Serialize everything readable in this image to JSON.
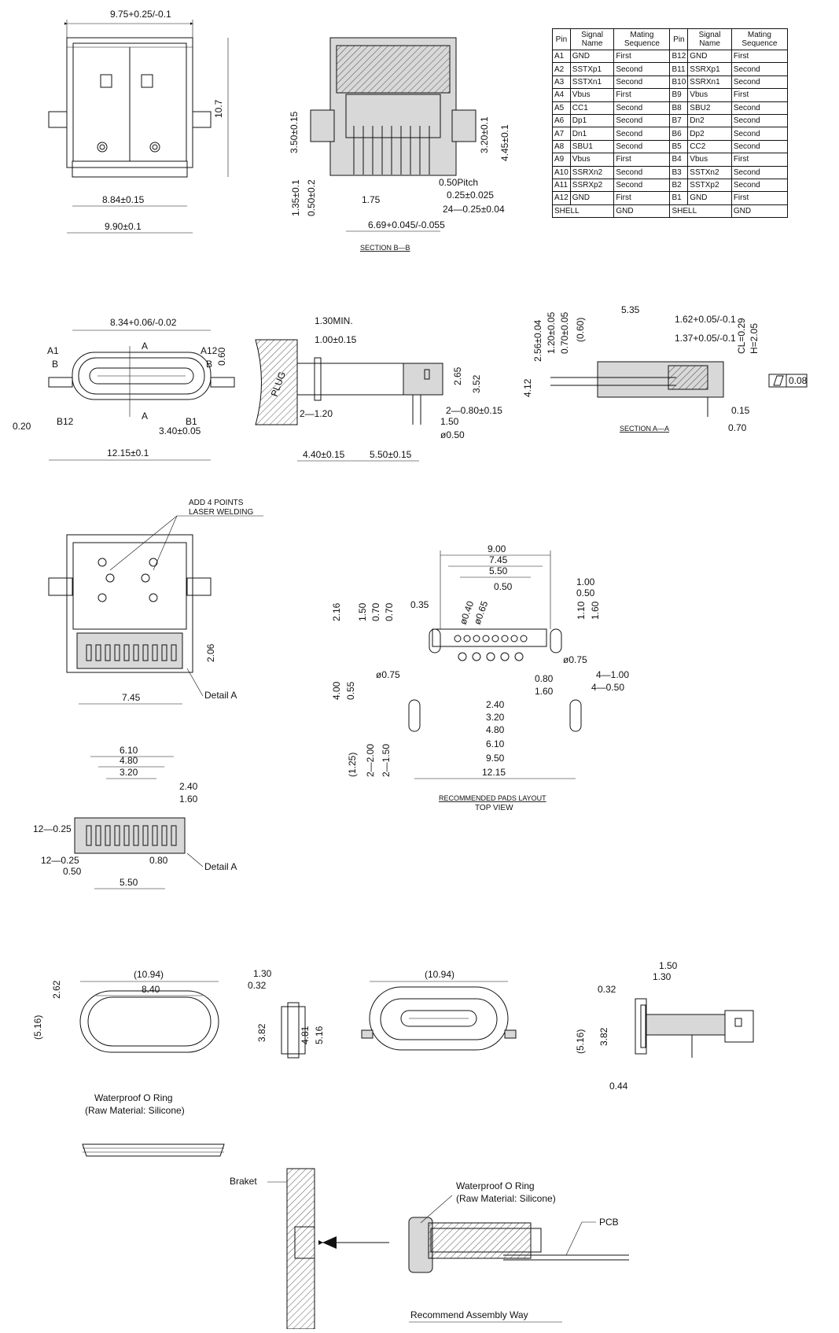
{
  "pin_table": {
    "headers": [
      "Pin",
      "Signal Name",
      "Mating Sequence",
      "Pin",
      "Signal Name",
      "Mating Sequence"
    ],
    "rows": [
      [
        "A1",
        "GND",
        "First",
        "B12",
        "GND",
        "First"
      ],
      [
        "A2",
        "SSTXp1",
        "Second",
        "B11",
        "SSRXp1",
        "Second"
      ],
      [
        "A3",
        "SSTXn1",
        "Second",
        "B10",
        "SSRXn1",
        "Second"
      ],
      [
        "A4",
        "Vbus",
        "First",
        "B9",
        "Vbus",
        "First"
      ],
      [
        "A5",
        "CC1",
        "Second",
        "B8",
        "SBU2",
        "Second"
      ],
      [
        "A6",
        "Dp1",
        "Second",
        "B7",
        "Dn2",
        "Second"
      ],
      [
        "A7",
        "Dn1",
        "Second",
        "B6",
        "Dp2",
        "Second"
      ],
      [
        "A8",
        "SBU1",
        "Second",
        "B5",
        "CC2",
        "Second"
      ],
      [
        "A9",
        "Vbus",
        "First",
        "B4",
        "Vbus",
        "First"
      ],
      [
        "A10",
        "SSRXn2",
        "Second",
        "B3",
        "SSTXn2",
        "Second"
      ],
      [
        "A11",
        "SSRXp2",
        "Second",
        "B2",
        "SSTXp2",
        "Second"
      ],
      [
        "A12",
        "GND",
        "First",
        "B1",
        "GND",
        "First"
      ]
    ],
    "shell_row": [
      "SHELL",
      "GND",
      "SHELL",
      "GND"
    ]
  },
  "top_view": {
    "dims": [
      "9.75+0.25/-0.1",
      "10.7",
      "8.84±0.15",
      "9.90±0.1"
    ]
  },
  "section_bb": {
    "caption": "SECTION B—B",
    "dims": [
      "3.50±0.15",
      "3.20±0.1",
      "4.45±0.1",
      "1.35±0.1",
      "0.50±0.2",
      "0.50Pitch",
      "0.25±0.025",
      "1.75",
      "24—0.25±0.04",
      "6.69+0.045/-0.055"
    ]
  },
  "front_view": {
    "dims": [
      "8.34+0.06/-0.02",
      "A1",
      "A12",
      "B",
      "B",
      "A",
      "A",
      "0.60",
      "B12",
      "B1",
      "0.20",
      "3.40±0.05",
      "12.15±0.1"
    ]
  },
  "side_plug": {
    "dims": [
      "1.30MIN.",
      "1.00±0.15",
      "PLUG",
      "2.65",
      "3.52",
      "2—1.20",
      "2—0.80±0.15",
      "1.50",
      "ø0.50",
      "4.40±0.15",
      "5.50±0.15"
    ]
  },
  "section_aa": {
    "caption": "SECTION A—A",
    "dims": [
      "2.56±0.04",
      "1.20±0.05",
      "0.70±0.05",
      "(0.60)",
      "5.35",
      "1.62+0.05/-0.1",
      "1.37+0.05/-0.1",
      "CL=0.29",
      "H=2.05",
      "4.12",
      "0.08",
      "0.15",
      "0.70"
    ]
  },
  "bottom_view": {
    "note_line1": "ADD 4 POINTS",
    "note_line2": "LASER WELDING",
    "dims": [
      "2.06",
      "7.45"
    ],
    "detail": "Detail A"
  },
  "pads_layout": {
    "caption1": "RECOMMENDED PADS LAYOUT",
    "caption2": "TOP VIEW",
    "dims": [
      "9.00",
      "7.45",
      "5.50",
      "0.50",
      "1.00",
      "0.50",
      "2.16",
      "1.50",
      "0.70",
      "0.70",
      "0.35",
      "ø0.40",
      "ø0.65",
      "1.10",
      "1.60",
      "ø0.75",
      "ø0.75",
      "4.00",
      "0.55",
      "0.80",
      "4—1.00",
      "1.60",
      "4—0.50",
      "2.40",
      "3.20",
      "4.80",
      "6.10",
      "9.50",
      "12.15",
      "(1.25)",
      "2—2.00",
      "2—1.50"
    ]
  },
  "detail_a": {
    "dims": [
      "6.10",
      "4.80",
      "3.20",
      "2.40",
      "1.60",
      "12—0.25",
      "12—0.25",
      "0.80",
      "0.50",
      "5.50"
    ],
    "detail": "Detail A"
  },
  "oring": {
    "dims": [
      "(10.94)",
      "2.62",
      "8.40",
      "(5.16)",
      "1.30",
      "0.32",
      "3.82",
      "4.81",
      "5.16",
      "(10.94)",
      "1.50",
      "1.30",
      "0.32",
      "(5.16)",
      "3.82",
      "0.44"
    ],
    "label_line1": "Waterproof O Ring",
    "label_line2": "(Raw Material: Silicone)"
  },
  "assembly": {
    "bracket_label": "Braket",
    "ring_line1": "Waterproof O Ring",
    "ring_line2": "(Raw Material: Silicone)",
    "pcb_label": "PCB",
    "caption": "Recommend Assembly Way"
  }
}
